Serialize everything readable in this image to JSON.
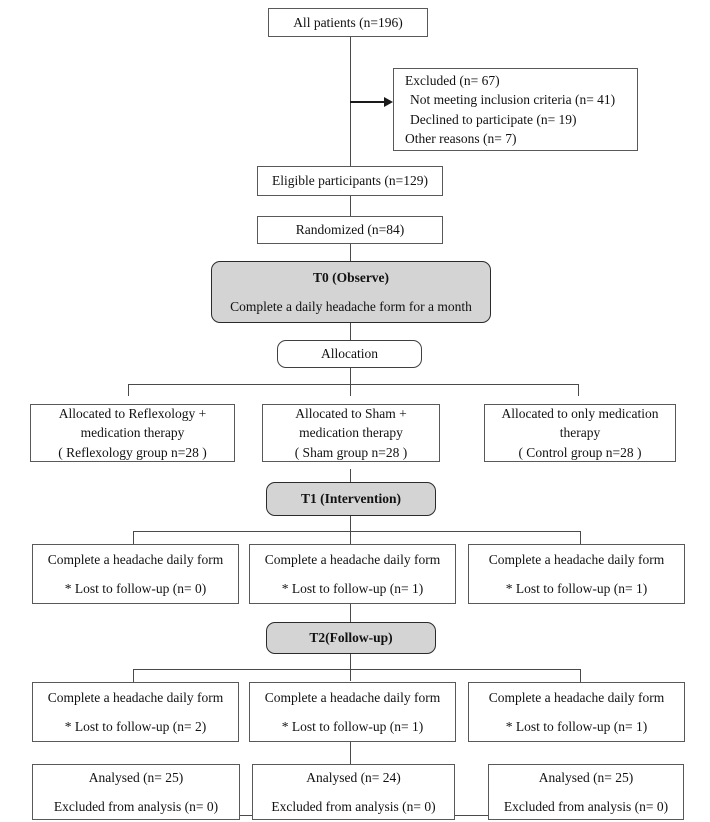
{
  "diagram": {
    "type": "consort-flow-diagram",
    "title": "CONSORT participant flow diagram",
    "colors": {
      "stage_box_fill": "#d4d4d4",
      "box_border": "#595959",
      "line": "#4a4a4a",
      "text": "#111111",
      "background": "#ffffff"
    }
  },
  "nodes": {
    "all_patients": {
      "label": "All patients (n=196)"
    },
    "excluded": {
      "lines": [
        "Excluded (n= 67)",
        "Not meeting inclusion criteria (n= 41)",
        "Declined to participate (n= 19)",
        "Other reasons (n= 7)"
      ]
    },
    "eligible": {
      "label": "Eligible participants (n=129)"
    },
    "randomized": {
      "label": "Randomized (n=84)"
    },
    "t0": {
      "title": "T0 (Observe)",
      "subtitle": "Complete a daily headache form for a month"
    },
    "allocation": {
      "label": "Allocation"
    },
    "allocated": [
      {
        "line1": "Allocated to Reflexology +",
        "line2": "medication therapy",
        "line3": "( Reflexology group n=28 )"
      },
      {
        "line1": "Allocated to Sham +",
        "line2": "medication therapy",
        "line3": "( Sham group n=28 )"
      },
      {
        "line1": "Allocated to only medication",
        "line2": "therapy",
        "line3": "( Control group n=28 )"
      }
    ],
    "t1": {
      "title": "T1 (Intervention)"
    },
    "followup_t1": [
      {
        "line1": "Complete a headache daily form",
        "line2": "* Lost to follow-up (n= 0)"
      },
      {
        "line1": "Complete a headache daily form",
        "line2": "* Lost to follow-up (n= 1)"
      },
      {
        "line1": "Complete a headache daily form",
        "line2": "* Lost to follow-up (n= 1)"
      }
    ],
    "t2": {
      "title": "T2(Follow-up)"
    },
    "followup_t2": [
      {
        "line1": "Complete a headache daily form",
        "line2": "* Lost to follow-up (n= 2)"
      },
      {
        "line1": "Complete a headache daily form",
        "line2": "* Lost to follow-up (n= 1)"
      },
      {
        "line1": "Complete a headache daily form",
        "line2": "* Lost to follow-up (n= 1)"
      }
    ],
    "analysed": [
      {
        "line1": "Analysed (n= 25)",
        "line2": "Excluded from analysis (n= 0)"
      },
      {
        "line1": "Analysed (n= 24)",
        "line2": "Excluded from analysis (n= 0)"
      },
      {
        "line1": "Analysed (n= 25)",
        "line2": "Excluded from analysis (n= 0)"
      }
    ]
  }
}
